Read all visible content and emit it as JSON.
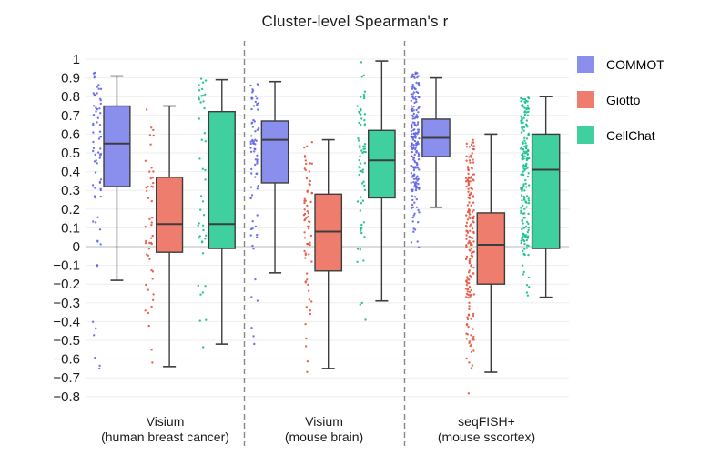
{
  "title": "Cluster-level Spearman's r",
  "legend": {
    "position": "top-right",
    "items": [
      {
        "label": "COMMOT",
        "color": "#8a8fee",
        "point_color": "#6166e8"
      },
      {
        "label": "Giotto",
        "color": "#ef7d6e",
        "point_color": "#e85440"
      },
      {
        "label": "CellChat",
        "color": "#40cf9e",
        "point_color": "#16c08d"
      }
    ]
  },
  "style": {
    "gridline_color": "#eeeeee",
    "zero_line_color": "#cfcfcf",
    "separator_color": "#888888",
    "box_stroke_color": "#3d3d3d",
    "background": "#ffffff"
  },
  "chart_data": {
    "type": "boxplot-with-jitter-strips",
    "title": "Cluster-level Spearman's r",
    "xlabel": "",
    "ylabel": "",
    "ylim": [
      -0.8,
      1.0
    ],
    "grid": "horizontal",
    "legend_position": "right",
    "jitter_seed": 20240042,
    "y_axis": {
      "ticks": [
        {
          "v": 1.0,
          "label": "1"
        },
        {
          "v": 0.9,
          "label": "0.9"
        },
        {
          "v": 0.8,
          "label": "0.8"
        },
        {
          "v": 0.7,
          "label": "0.7"
        },
        {
          "v": 0.6,
          "label": "0.6"
        },
        {
          "v": 0.5,
          "label": "0.5"
        },
        {
          "v": 0.4,
          "label": "0.4"
        },
        {
          "v": 0.3,
          "label": "0.3"
        },
        {
          "v": 0.2,
          "label": "0.2"
        },
        {
          "v": 0.1,
          "label": "0.1"
        },
        {
          "v": 0.0,
          "label": "0"
        },
        {
          "v": -0.1,
          "label": "−0.1"
        },
        {
          "v": -0.2,
          "label": "−0.2"
        },
        {
          "v": -0.3,
          "label": "−0.3"
        },
        {
          "v": -0.4,
          "label": "−0.4"
        },
        {
          "v": -0.5,
          "label": "−0.5"
        },
        {
          "v": -0.6,
          "label": "−0.6"
        },
        {
          "v": -0.7,
          "label": "−0.7"
        },
        {
          "v": -0.8,
          "label": "−0.8"
        }
      ]
    },
    "series_names": [
      "COMMOT",
      "Giotto",
      "CellChat"
    ],
    "groups": [
      {
        "label_line1": "Visium",
        "label_line2": "(human breast cancer)",
        "boxes": [
          {
            "series": "COMMOT",
            "whisker_low": -0.18,
            "q1": 0.32,
            "median": 0.55,
            "q3": 0.75,
            "whisker_high": 0.91
          },
          {
            "series": "Giotto",
            "whisker_low": -0.64,
            "q1": -0.03,
            "median": 0.12,
            "q3": 0.37,
            "whisker_high": 0.75
          },
          {
            "series": "CellChat",
            "whisker_low": -0.52,
            "q1": -0.01,
            "median": 0.12,
            "q3": 0.72,
            "whisker_high": 0.89
          }
        ],
        "strip_clusters": [
          [
            [
              0.84,
              0.93,
              8
            ],
            [
              0.55,
              0.84,
              26
            ],
            [
              0.3,
              0.55,
              20
            ],
            [
              0.08,
              0.3,
              7
            ],
            [
              -0.15,
              0.05,
              5
            ],
            [
              -0.5,
              -0.38,
              3
            ],
            [
              -0.7,
              -0.55,
              3
            ]
          ],
          [
            [
              0.55,
              0.75,
              5
            ],
            [
              0.35,
              0.55,
              7
            ],
            [
              0.12,
              0.35,
              11
            ],
            [
              -0.05,
              0.12,
              12
            ],
            [
              -0.3,
              -0.05,
              8
            ],
            [
              -0.5,
              -0.3,
              4
            ],
            [
              -0.65,
              -0.55,
              2
            ]
          ],
          [
            [
              0.74,
              0.9,
              13
            ],
            [
              0.45,
              0.74,
              6
            ],
            [
              0.12,
              0.45,
              8
            ],
            [
              -0.04,
              0.12,
              10
            ],
            [
              -0.3,
              -0.1,
              4
            ],
            [
              -0.45,
              -0.35,
              2
            ],
            [
              -0.55,
              -0.48,
              1
            ]
          ]
        ]
      },
      {
        "label_line1": "Visium",
        "label_line2": "(mouse brain)",
        "boxes": [
          {
            "series": "COMMOT",
            "whisker_low": -0.14,
            "q1": 0.34,
            "median": 0.57,
            "q3": 0.67,
            "whisker_high": 0.88
          },
          {
            "series": "Giotto",
            "whisker_low": -0.65,
            "q1": -0.13,
            "median": 0.08,
            "q3": 0.28,
            "whisker_high": 0.57
          },
          {
            "series": "CellChat",
            "whisker_low": -0.29,
            "q1": 0.26,
            "median": 0.46,
            "q3": 0.62,
            "whisker_high": 0.99
          }
        ],
        "strip_clusters": [
          [
            [
              0.8,
              0.92,
              7
            ],
            [
              0.55,
              0.8,
              28
            ],
            [
              0.3,
              0.55,
              22
            ],
            [
              0.08,
              0.3,
              8
            ],
            [
              -0.1,
              0.08,
              5
            ],
            [
              -0.3,
              -0.15,
              3
            ],
            [
              -0.55,
              -0.38,
              3
            ]
          ],
          [
            [
              0.45,
              0.58,
              6
            ],
            [
              0.2,
              0.45,
              20
            ],
            [
              -0.05,
              0.2,
              26
            ],
            [
              -0.3,
              -0.05,
              10
            ],
            [
              -0.5,
              -0.3,
              5
            ],
            [
              -0.67,
              -0.52,
              3
            ]
          ],
          [
            [
              0.9,
              0.99,
              3
            ],
            [
              0.6,
              0.9,
              18
            ],
            [
              0.3,
              0.6,
              28
            ],
            [
              0.05,
              0.3,
              12
            ],
            [
              -0.15,
              0.0,
              4
            ],
            [
              -0.4,
              -0.28,
              3
            ]
          ]
        ]
      },
      {
        "label_line1": "seqFISH+",
        "label_line2": "(mouse sscortex)",
        "boxes": [
          {
            "series": "COMMOT",
            "whisker_low": 0.21,
            "q1": 0.48,
            "median": 0.58,
            "q3": 0.68,
            "whisker_high": 0.9
          },
          {
            "series": "Giotto",
            "whisker_low": -0.67,
            "q1": -0.2,
            "median": 0.01,
            "q3": 0.18,
            "whisker_high": 0.6
          },
          {
            "series": "CellChat",
            "whisker_low": -0.27,
            "q1": -0.01,
            "median": 0.41,
            "q3": 0.6,
            "whisker_high": 0.8
          }
        ],
        "strip_clusters": [
          [
            [
              0.75,
              0.93,
              40
            ],
            [
              0.5,
              0.75,
              80
            ],
            [
              0.3,
              0.5,
              55
            ],
            [
              0.15,
              0.3,
              15
            ],
            [
              -0.02,
              0.15,
              8
            ]
          ],
          [
            [
              0.45,
              0.58,
              18
            ],
            [
              0.2,
              0.45,
              45
            ],
            [
              -0.05,
              0.2,
              52
            ],
            [
              -0.3,
              -0.05,
              42
            ],
            [
              -0.55,
              -0.3,
              25
            ],
            [
              -0.67,
              -0.55,
              6
            ],
            [
              -0.8,
              -0.78,
              1
            ]
          ],
          [
            [
              0.6,
              0.8,
              45
            ],
            [
              0.35,
              0.6,
              55
            ],
            [
              0.1,
              0.35,
              45
            ],
            [
              -0.05,
              0.1,
              30
            ],
            [
              -0.27,
              -0.1,
              8
            ]
          ]
        ]
      }
    ]
  }
}
